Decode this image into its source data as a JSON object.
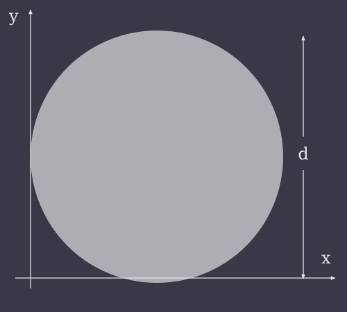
{
  "labels": {
    "y_axis": "y",
    "x_axis": "x",
    "diameter": "d"
  },
  "colors": {
    "background": "#383846",
    "circle_fill": "#ADAEB3",
    "lines": "#E4E4E8",
    "text": "#E4E4E8"
  }
}
